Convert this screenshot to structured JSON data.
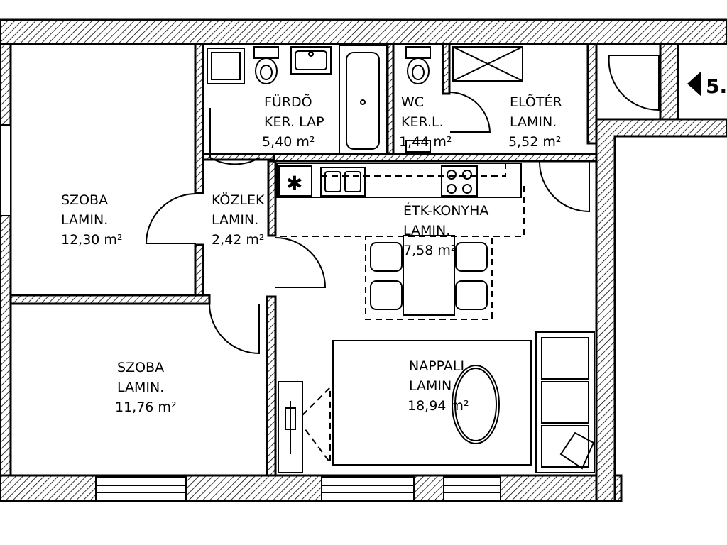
{
  "rooms": [
    {
      "name": "SZOBA",
      "floor": "LAMIN.",
      "area": "12,30 m²"
    },
    {
      "name": "SZOBA",
      "floor": "LAMIN.",
      "area": "11,76 m²"
    },
    {
      "name": "FÜRDÕ",
      "floor": "KER. LAP",
      "area": "5,40 m²"
    },
    {
      "name": "WC",
      "floor": "KER.L.",
      "area": "1,44 m²"
    },
    {
      "name": "ELÕTÉR",
      "floor": "LAMIN.",
      "area": "5,52 m²"
    },
    {
      "name": "KÖZLEK",
      "floor": "LAMIN.",
      "area": "2,42 m²"
    },
    {
      "name": "ÉTK-KONYHA",
      "floor": "LAMIN.",
      "area": "7,58 m²"
    },
    {
      "name": "NAPPALI",
      "floor": "LAMIN.",
      "area": "18,94 m²"
    }
  ],
  "entrance": {
    "label": "5."
  },
  "icons": {
    "stove": "star-icon",
    "entrance": "triangle-left-icon"
  }
}
